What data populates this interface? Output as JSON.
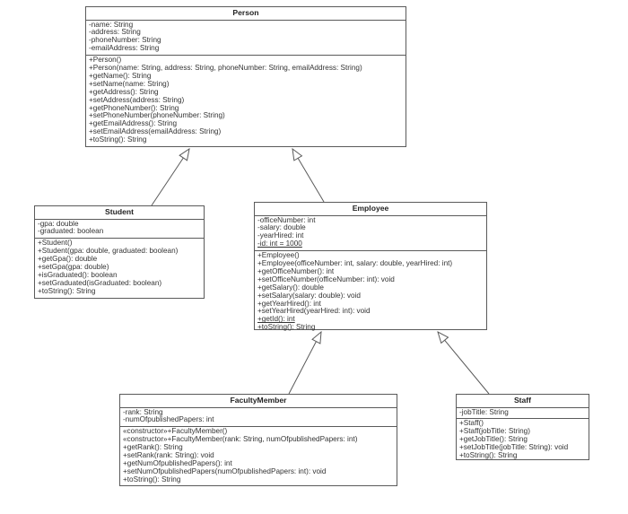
{
  "diagram": {
    "type": "uml-class-diagram",
    "colors": {
      "background": "#ffffff",
      "line": "#5a5a5a",
      "text": "#333333",
      "box_fill": "#ffffff"
    },
    "classes": {
      "person": {
        "name": "Person",
        "attributes": [
          {
            "text": "-name: String"
          },
          {
            "text": "-address: String"
          },
          {
            "text": "-phoneNumber: String"
          },
          {
            "text": "-emailAddress: String"
          }
        ],
        "operations": [
          {
            "text": "+Person()"
          },
          {
            "text": "+Person(name: String, address: String, phoneNumber: String, emailAddress: String)"
          },
          {
            "text": "+getName(): String"
          },
          {
            "text": "+setName(name: String)"
          },
          {
            "text": "+getAddress(): String"
          },
          {
            "text": "+setAddress(address: String)"
          },
          {
            "text": "+getPhoneNumber(): String"
          },
          {
            "text": "+setPhoneNumber(phoneNumber: String)"
          },
          {
            "text": "+getEmailAddress(): String"
          },
          {
            "text": "+setEmailAddress(emailAddress: String)"
          },
          {
            "text": "+toString(): String"
          }
        ]
      },
      "student": {
        "name": "Student",
        "attributes": [
          {
            "text": "-gpa: double"
          },
          {
            "text": "-graduated: boolean"
          }
        ],
        "operations": [
          {
            "text": "+Student()"
          },
          {
            "text": "+Student(gpa: double, graduated: boolean)"
          },
          {
            "text": "+getGpa(): double"
          },
          {
            "text": "+setGpa(gpa: double)"
          },
          {
            "text": "+isGraduated(): boolean"
          },
          {
            "text": "+setGraduated(isGraduated: boolean)"
          },
          {
            "text": "+toString(): String"
          }
        ]
      },
      "employee": {
        "name": "Employee",
        "attributes": [
          {
            "text": "-officeNumber: int"
          },
          {
            "text": "-salary: double"
          },
          {
            "text": "-yearHired: int"
          },
          {
            "text": "-id: int = 1000",
            "underline": true
          }
        ],
        "operations": [
          {
            "text": "+Employee()"
          },
          {
            "text": "+Employee(officeNumber: int, salary: double, yearHired: int)"
          },
          {
            "text": "+getOfficeNumber(): int"
          },
          {
            "text": "+setOfficeNumber(officeNumber: int): void"
          },
          {
            "text": "+getSalary(): double"
          },
          {
            "text": "+setSalary(salary: double): void"
          },
          {
            "text": "+getYearHired(): int"
          },
          {
            "text": "+setYearHired(yearHired: int): void"
          },
          {
            "text": "+getId(): int",
            "underline": true
          },
          {
            "text": "+toString(): String"
          }
        ]
      },
      "facultyMember": {
        "name": "FacultyMember",
        "attributes": [
          {
            "text": "-rank: String"
          },
          {
            "text": "-numOfpublishedPapers: int"
          }
        ],
        "operations": [
          {
            "text": "«constructor»+FacultyMember()"
          },
          {
            "text": "«constructor»+FacultyMember(rank: String, numOfpublishedPapers: int)"
          },
          {
            "text": "+getRank(): String"
          },
          {
            "text": "+setRank(rank: String): void"
          },
          {
            "text": "+getNumOfpublishedPapers(): int"
          },
          {
            "text": "+setNumOfpublishedPapers(numOfpublishedPapers: int): void"
          },
          {
            "text": "+toString(): String"
          }
        ]
      },
      "staff": {
        "name": "Staff",
        "attributes": [
          {
            "text": "-jobTitle: String"
          }
        ],
        "operations": [
          {
            "text": "+Staff()"
          },
          {
            "text": "+Staff(jobTitle: String)"
          },
          {
            "text": "+getJobTitle(): String"
          },
          {
            "text": "+setJobTitle(jobTitle: String): void"
          },
          {
            "text": "+toString(): String"
          }
        ]
      }
    },
    "relationships": [
      {
        "from": "Student",
        "to": "Person",
        "type": "generalization"
      },
      {
        "from": "Employee",
        "to": "Person",
        "type": "generalization"
      },
      {
        "from": "FacultyMember",
        "to": "Employee",
        "type": "generalization"
      },
      {
        "from": "Staff",
        "to": "Employee",
        "type": "generalization"
      }
    ]
  }
}
